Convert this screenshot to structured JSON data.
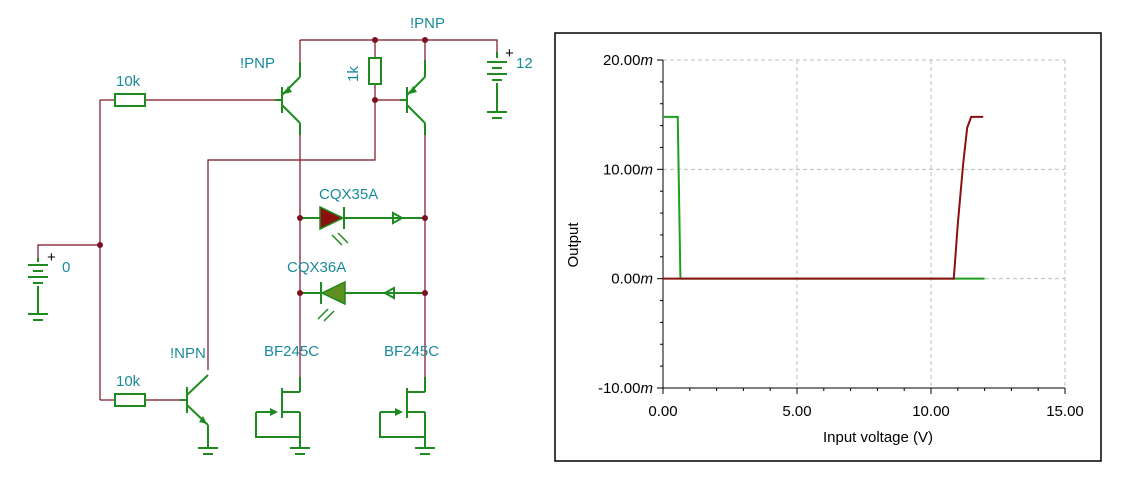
{
  "colors": {
    "wire_green": "#1f8a1f",
    "wire_red": "#7a1020",
    "label": "#1a8a9a",
    "led_red": "#8b1010",
    "led_green": "#5f8f1f",
    "node": "#7a1020",
    "curve_green": "#1f9f1f",
    "curve_red": "#8b1010"
  },
  "schematic": {
    "battery_input": {
      "value": "0",
      "plus": "+"
    },
    "battery_supply": {
      "value": "12",
      "plus": "+"
    },
    "resistor_top": "10k",
    "resistor_bottom": "10k",
    "resistor_1k": "1k",
    "pnp_left": "!PNP",
    "pnp_right": "!PNP",
    "npn": "!NPN",
    "led_top": "CQX35A",
    "led_bottom": "CQX36A",
    "jfet_left": "BF245C",
    "jfet_right": "BF245C"
  },
  "chart_data": {
    "type": "line",
    "title": "",
    "xlabel": "Input voltage (V)",
    "ylabel": "Output",
    "xlim": [
      0,
      15
    ],
    "ylim": [
      -10,
      20
    ],
    "x_ticks": [
      "0.00",
      "5.00",
      "10.00",
      "15.00"
    ],
    "y_ticks": [
      "20.00",
      "10.00",
      "0.00",
      "-10.00"
    ],
    "y_tick_suffix": "m",
    "grid": true,
    "series": [
      {
        "color": "#1f9f1f",
        "x": [
          0,
          0.55,
          0.65,
          0.65,
          10.85,
          12.0
        ],
        "y": [
          14.8,
          14.8,
          0.0,
          0.0,
          0.0,
          0.0
        ]
      },
      {
        "color": "#8b1010",
        "x": [
          0,
          10.85,
          11.0,
          11.2,
          11.35,
          11.5,
          11.95
        ],
        "y": [
          0.0,
          0.0,
          5.0,
          10.5,
          13.8,
          14.8,
          14.8
        ]
      }
    ]
  }
}
